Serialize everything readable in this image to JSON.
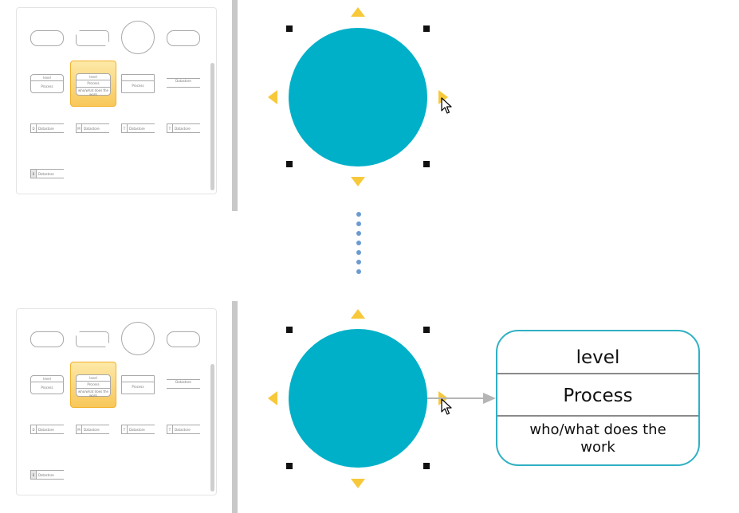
{
  "palette": {
    "icons": {
      "terminator": "rounded-rectangle-shape",
      "clipped": "clipped-rectangle-shape",
      "circle": "circle-shape",
      "rounded": "rounded-rectangle-shape"
    },
    "process_level": "level",
    "process_label": "Process",
    "process_sub": "who/what does the work",
    "process_plain": "Process",
    "external_entity": "Datastore",
    "datastore_rows": [
      {
        "id": "D",
        "label": "Datastore"
      },
      {
        "id": "M",
        "label": "Datastore"
      },
      {
        "id": "T",
        "label": "Datastore"
      },
      {
        "id": "T",
        "label": "Datastore"
      },
      {
        "id": "B",
        "label": "Datastore"
      }
    ]
  },
  "canvas": {
    "circle_color": "#00b0c8",
    "handle_color": "#f7c93a",
    "connector_color": "#b5b5b5",
    "dots_color": "#6b9bd0"
  },
  "process_box": {
    "level": "level",
    "title": "Process",
    "subtitle_line1": "who/what does the",
    "subtitle_line2": "work",
    "border_color": "#2fb0c3"
  }
}
